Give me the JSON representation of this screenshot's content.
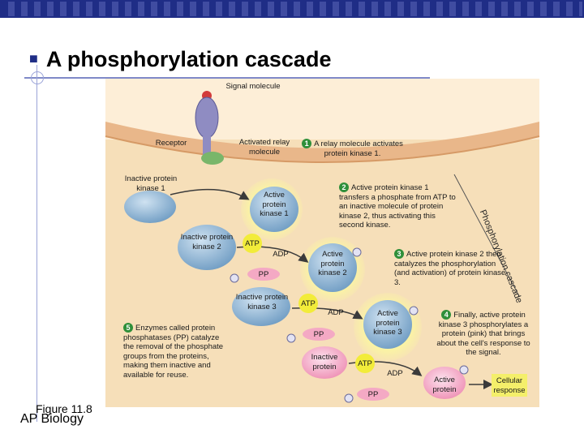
{
  "slide": {
    "title": "A phosphorylation cascade",
    "figure_label": "Figure 11.8",
    "course_label": "AP Biology"
  },
  "diagram": {
    "signal_molecule": "Signal molecule",
    "receptor": "Receptor",
    "activated_relay": "Activated relay molecule",
    "step1_num": "1",
    "step1": "A relay molecule activates protein kinase 1.",
    "inactive_pk1": "Inactive protein kinase 1",
    "active_pk1": "Active protein kinase 1",
    "step2_num": "2",
    "step2": "Active protein kinase 1 transfers a phosphate from ATP to an inactive molecule of protein kinase 2, thus activating this second kinase.",
    "side_label": "Phosphorylation cascade",
    "inactive_pk2": "Inactive protein kinase 2",
    "atp": "ATP",
    "adp": "ADP",
    "pp": "PP",
    "p": "P",
    "active_pk2": "Active protein kinase 2",
    "step3_num": "3",
    "step3": "Active protein kinase 2 then catalyzes the phosphorylation (and activation) of protein kinase 3.",
    "inactive_pk3": "Inactive protein kinase 3",
    "step5_num": "5",
    "step5": "Enzymes called protein phosphatases (PP) catalyze the removal of the phosphate groups from the proteins, making them inactive and available for reuse.",
    "active_pk3": "Active protein kinase 3",
    "step4_num": "4",
    "step4": "Finally, active protein kinase 3 phosphorylates a protein (pink) that brings about the cell's response to the signal.",
    "inactive_protein": "Inactive protein",
    "active_protein": "Active protein",
    "cellular_response": "Cellular response"
  },
  "colors": {
    "header_bar": "#1f2d86",
    "cytoplasm": "#f6dfb9",
    "extracellular": "#fde9cc",
    "protein_blue": "#7fa7c9",
    "highlight_yellow": "#f4f08a",
    "enzyme_pink": "#f4a9c4",
    "step_green": "#2f8f3a"
  }
}
